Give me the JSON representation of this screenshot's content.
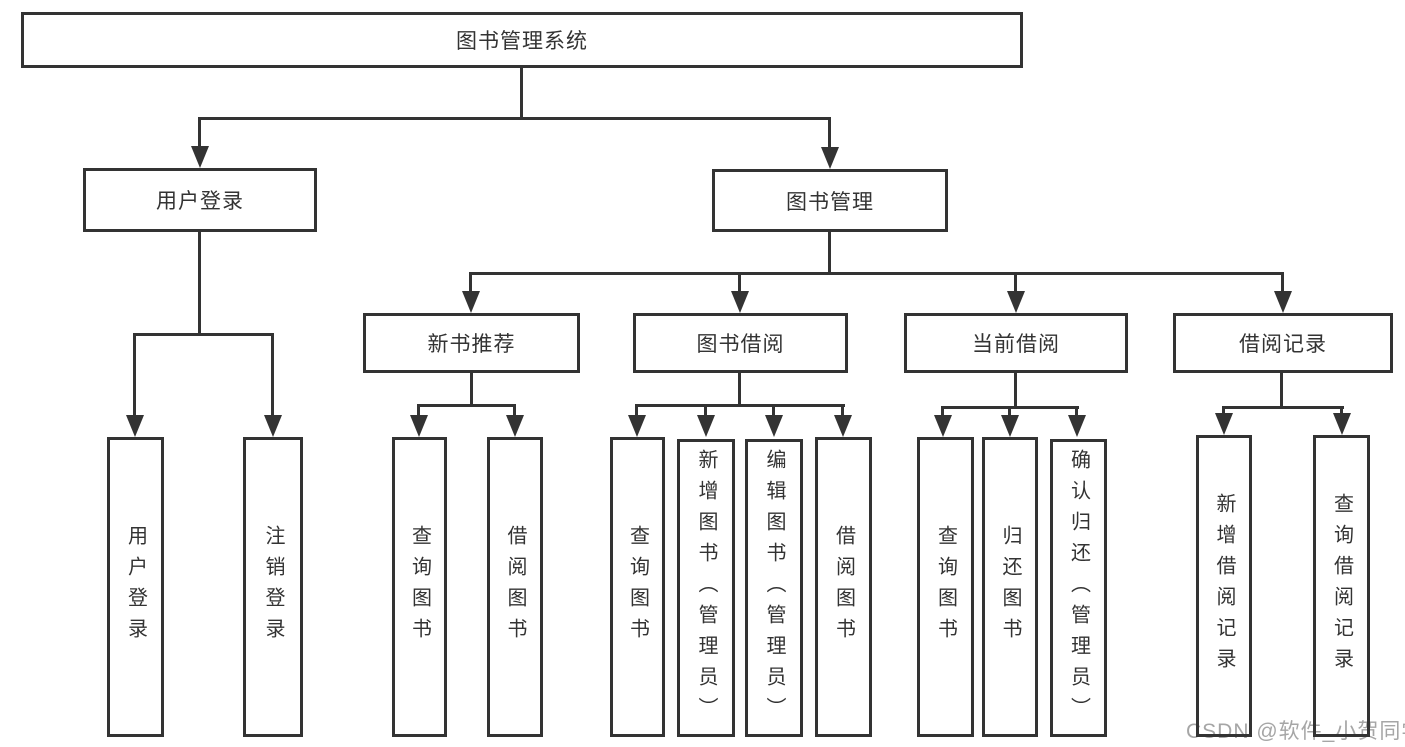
{
  "tree": {
    "root": {
      "label": "图书管理系统",
      "children": [
        {
          "label": "用户登录",
          "children": [
            {
              "label": "用户登录"
            },
            {
              "label": "注销登录"
            }
          ]
        },
        {
          "label": "图书管理",
          "children": [
            {
              "label": "新书推荐",
              "children": [
                {
                  "label": "查询图书"
                },
                {
                  "label": "借阅图书"
                }
              ]
            },
            {
              "label": "图书借阅",
              "children": [
                {
                  "label": "查询图书"
                },
                {
                  "label": "新增图书（管理员）"
                },
                {
                  "label": "编辑图书（管理员）"
                },
                {
                  "label": "借阅图书"
                }
              ]
            },
            {
              "label": "当前借阅",
              "children": [
                {
                  "label": "查询图书"
                },
                {
                  "label": "归还图书"
                },
                {
                  "label": "确认归还（管理员）"
                }
              ]
            },
            {
              "label": "借阅记录",
              "children": [
                {
                  "label": "新增借阅记录"
                },
                {
                  "label": "查询借阅记录"
                }
              ]
            }
          ]
        }
      ]
    }
  },
  "watermark": "CSDN @软件_小贺同学",
  "colors": {
    "line": "#333333",
    "box_background": "#ffffff",
    "text": "#333333",
    "watermark": "#a6a6a6",
    "page_background": "#ffffff"
  }
}
